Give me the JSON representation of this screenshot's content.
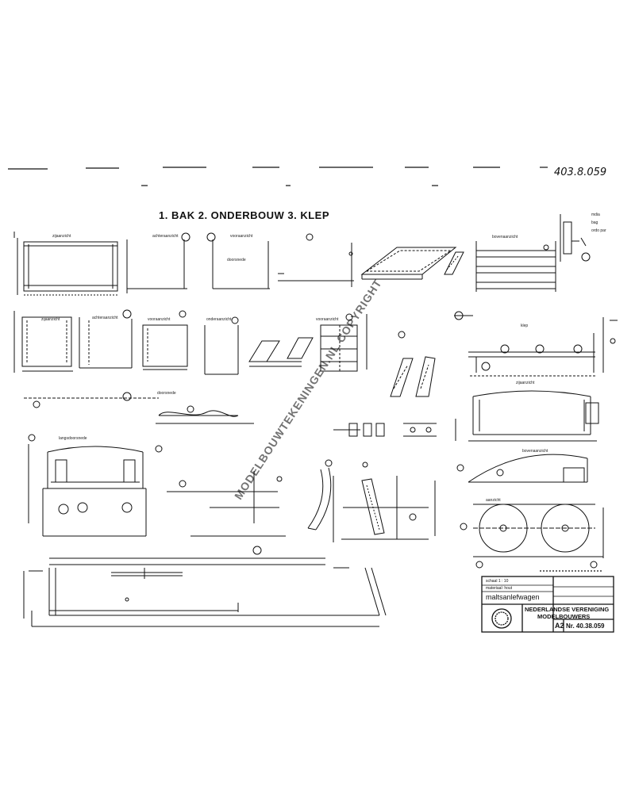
{
  "sheet_number_handwritten": "403.8.059",
  "heading": "1. BAK   2. ONDERBOUW   3. KLEP",
  "legend": [
    "mdia",
    "bag",
    "ordo par"
  ],
  "view_labels": [
    "zijaanzicht",
    "achteraanzicht",
    "vooraanzicht",
    "doorsnede",
    "bovenaanzicht",
    "zijaanzicht",
    "achteraanzicht",
    "vooraanzicht",
    "onderaanzicht",
    "vooraanzicht",
    "klep",
    "zijaanzicht",
    "bovenaanzicht",
    "doorsnede",
    "langsdoorsnede",
    "aanzicht"
  ],
  "title_block": {
    "scale_text": "schaal 1 : 10",
    "material_text": "materiaal: hout",
    "maker_text": "maltsanlefwagen",
    "org_line1": "NEDERLANDSE VERENIGING",
    "org_line2": "MODELBOUWERS",
    "format": "A2",
    "number": "Nr. 40.38.059"
  },
  "watermark": "MODELBOUWTEKENINGEN.NL COPYRIGHT"
}
